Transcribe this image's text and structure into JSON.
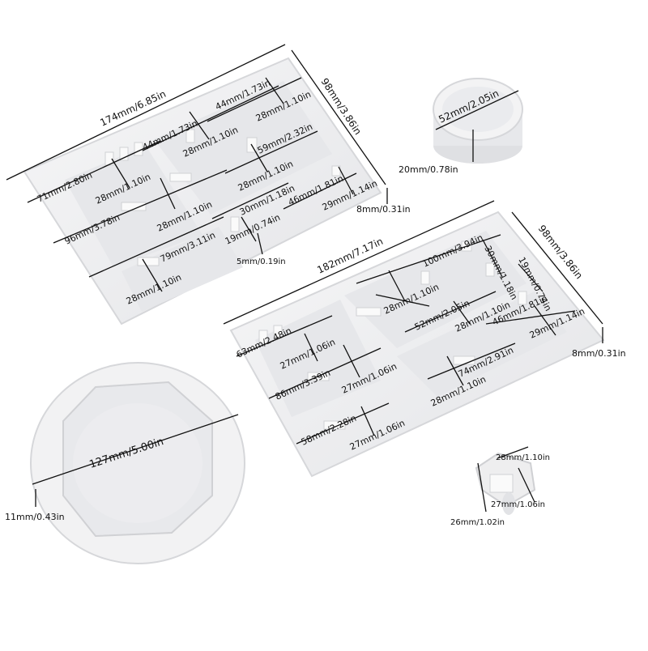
{
  "colors": {
    "mold": "#eeeeef",
    "mold_shadow": "#d9dadd",
    "dimension_line": "#111111"
  },
  "labels": {
    "tray1_width": "174mm/6.85in",
    "tray1_height": "98mm/3.86in",
    "tray1_depth": "8mm/0.31in",
    "t1_a": "44mm/1.73in",
    "t1_b": "28mm/1.10in",
    "t1_c": "44mm/1.73in",
    "t1_d": "28mm/1.10in",
    "t1_e": "59mm/2.32in",
    "t1_f": "28mm/1.10in",
    "t1_g": "71mm/2.80in",
    "t1_h": "28mm/1.10in",
    "t1_i": "96mm/3.78in",
    "t1_j": "28mm/1.10in",
    "t1_k": "30mm/1.18in",
    "t1_l": "19mm/0.74in",
    "t1_m": "46mm/1.81in",
    "t1_n": "29mm/1.14in",
    "t1_o": "79mm/3.11in",
    "t1_p": "5mm/0.19in",
    "t1_q": "28mm/1.10in",
    "round_box_dia": "52mm/2.05in",
    "round_box_height": "20mm/0.78in",
    "tray2_width": "182mm/7.17in",
    "tray2_height": "98mm/3.86in",
    "tray2_depth": "8mm/0.31in",
    "t2_a": "100mm/3.94in",
    "t2_b": "30mm/1.18in",
    "t2_c": "19mm/0.74in",
    "t2_d": "28mm/1.10in",
    "t2_e": "52mm/2.05in",
    "t2_f": "28mm/1.10in",
    "t2_g": "46mm/1.81in",
    "t2_h": "29mm/1.14in",
    "t2_i": "63mm/2.48in",
    "t2_j": "27mm/1.06in",
    "t2_k": "86mm/3.39in",
    "t2_l": "27mm/1.06in",
    "t2_m": "74mm/2.91in",
    "t2_n": "28mm/1.10in",
    "t2_o": "58mm/2.28in",
    "t2_p": "27mm/1.06in",
    "coaster_dia": "127mm/5.00in",
    "coaster_height": "11mm/0.43in",
    "small_w": "28mm/1.10in",
    "small_d": "27mm/1.06in",
    "small_h": "26mm/1.02in"
  }
}
